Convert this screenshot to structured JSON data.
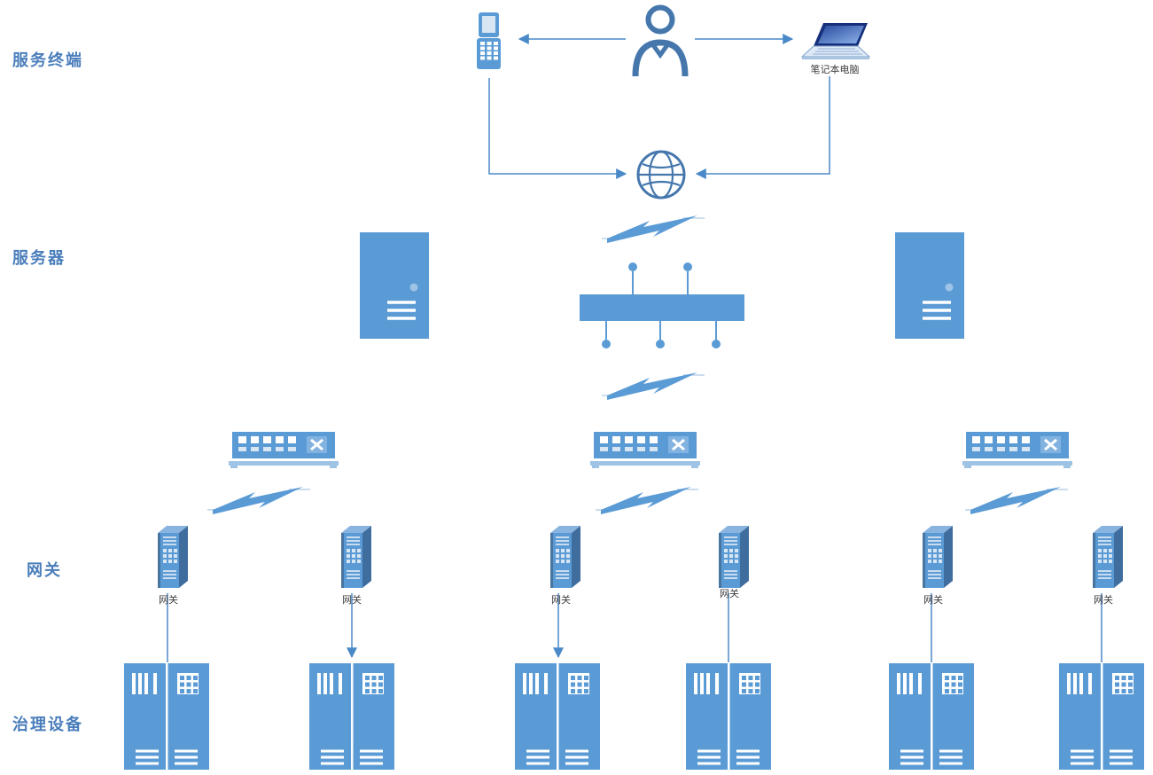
{
  "diagram": {
    "row_labels": [
      {
        "id": "service-terminals",
        "label": "服务终端"
      },
      {
        "id": "servers",
        "label": "服务器"
      },
      {
        "id": "gateways",
        "label": "网关"
      },
      {
        "id": "governance-devices",
        "label": "治理设备"
      }
    ],
    "laptop_label": "笔记本电脑",
    "gateway_labels": [
      "网关",
      "网关",
      "网关",
      "网关",
      "网关",
      "网关"
    ],
    "colors": {
      "primary_blue": "#5b9bd5",
      "dark_blue": "#3f6d9e",
      "light_blue": "#9fc3e4",
      "outline_blue": "#4577ad",
      "row_label_text": "#4a7ebb",
      "connector": "#4a89c8",
      "small_label_text": "#3d3d3d"
    }
  }
}
